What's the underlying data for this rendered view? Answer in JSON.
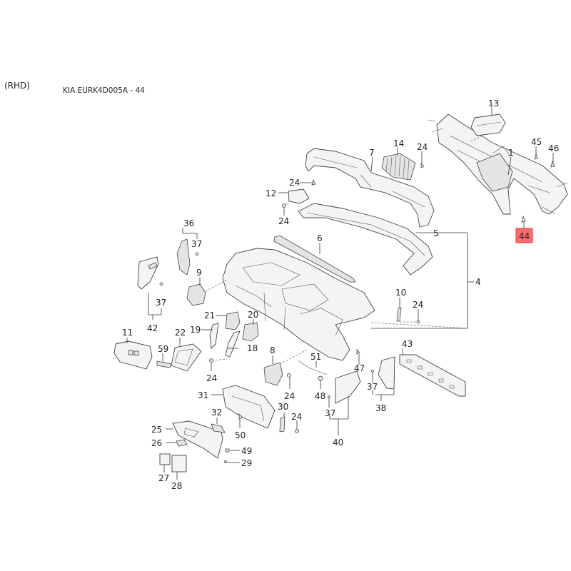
{
  "header": {
    "variant": "(RHD)",
    "catalog_code": "KIA EURK4D005A - 44"
  },
  "highlight": {
    "part_number": "44",
    "color": "#ff6b6b"
  },
  "callouts": [
    {
      "id": "c13",
      "text": "13"
    },
    {
      "id": "c45",
      "text": "45"
    },
    {
      "id": "c46",
      "text": "46"
    },
    {
      "id": "c1",
      "text": "1"
    },
    {
      "id": "c14",
      "text": "14"
    },
    {
      "id": "c24a",
      "text": "24"
    },
    {
      "id": "c7",
      "text": "7"
    },
    {
      "id": "c24b",
      "text": "24"
    },
    {
      "id": "c12",
      "text": "12"
    },
    {
      "id": "c24c",
      "text": "24"
    },
    {
      "id": "c5",
      "text": "5"
    },
    {
      "id": "c36",
      "text": "36"
    },
    {
      "id": "c37a",
      "text": "37"
    },
    {
      "id": "c6",
      "text": "6"
    },
    {
      "id": "c9",
      "text": "9"
    },
    {
      "id": "c4",
      "text": "4"
    },
    {
      "id": "c37b",
      "text": "37"
    },
    {
      "id": "c42",
      "text": "42"
    },
    {
      "id": "c10",
      "text": "10"
    },
    {
      "id": "c24d",
      "text": "24"
    },
    {
      "id": "c21",
      "text": "21"
    },
    {
      "id": "c20",
      "text": "20"
    },
    {
      "id": "c19",
      "text": "19"
    },
    {
      "id": "c11",
      "text": "11"
    },
    {
      "id": "c22",
      "text": "22"
    },
    {
      "id": "c18",
      "text": "18"
    },
    {
      "id": "c59",
      "text": "59"
    },
    {
      "id": "c8",
      "text": "8"
    },
    {
      "id": "c51",
      "text": "51"
    },
    {
      "id": "c47",
      "text": "47"
    },
    {
      "id": "c43",
      "text": "43"
    },
    {
      "id": "c24e",
      "text": "24"
    },
    {
      "id": "c24f",
      "text": "24"
    },
    {
      "id": "c37c",
      "text": "37"
    },
    {
      "id": "c48",
      "text": "48"
    },
    {
      "id": "c37d",
      "text": "37"
    },
    {
      "id": "c38",
      "text": "38"
    },
    {
      "id": "c31",
      "text": "31"
    },
    {
      "id": "c30",
      "text": "30"
    },
    {
      "id": "c24g",
      "text": "24"
    },
    {
      "id": "c32",
      "text": "32"
    },
    {
      "id": "c25",
      "text": "25"
    },
    {
      "id": "c50",
      "text": "50"
    },
    {
      "id": "c26",
      "text": "26"
    },
    {
      "id": "c49",
      "text": "49"
    },
    {
      "id": "c40",
      "text": "40"
    },
    {
      "id": "c29",
      "text": "29"
    },
    {
      "id": "c27",
      "text": "27"
    },
    {
      "id": "c28",
      "text": "28"
    }
  ]
}
